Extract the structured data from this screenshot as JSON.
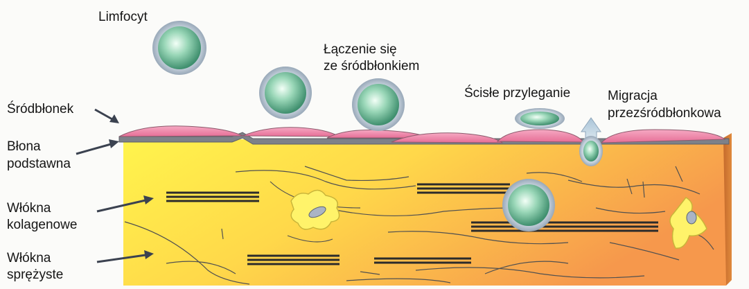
{
  "labels": {
    "lymphocyte": "Limfocyt",
    "joining_line1": "Łączenie się",
    "joining_line2": "ze śródbłonkiem",
    "tight_adhesion": "Ścisłe przyleganie",
    "migration_line1": "Migracja",
    "migration_line2": "przezśródbłonkowa",
    "endothelium": "Śródbłonek",
    "basement_line1": "Błona",
    "basement_line2": "podstawna",
    "collagen_line1": "Włókna",
    "collagen_line2": "kolagenowe",
    "elastic_line1": "Włókna",
    "elastic_line2": "sprężyste"
  },
  "colors": {
    "endothelium": "#e87aa0",
    "basement_membrane": "#7a7f88",
    "tissue_light": "#fff04a",
    "tissue_dark": "#f59a4e",
    "lymphocyte_core": "#eafff2",
    "lymphocyte_edge": "#4f9f7e",
    "lymphocyte_halo": "#b9c7d4",
    "fibroblast": "#fff36a",
    "collagen": "#2a2a2a",
    "elastic": "#555555"
  }
}
